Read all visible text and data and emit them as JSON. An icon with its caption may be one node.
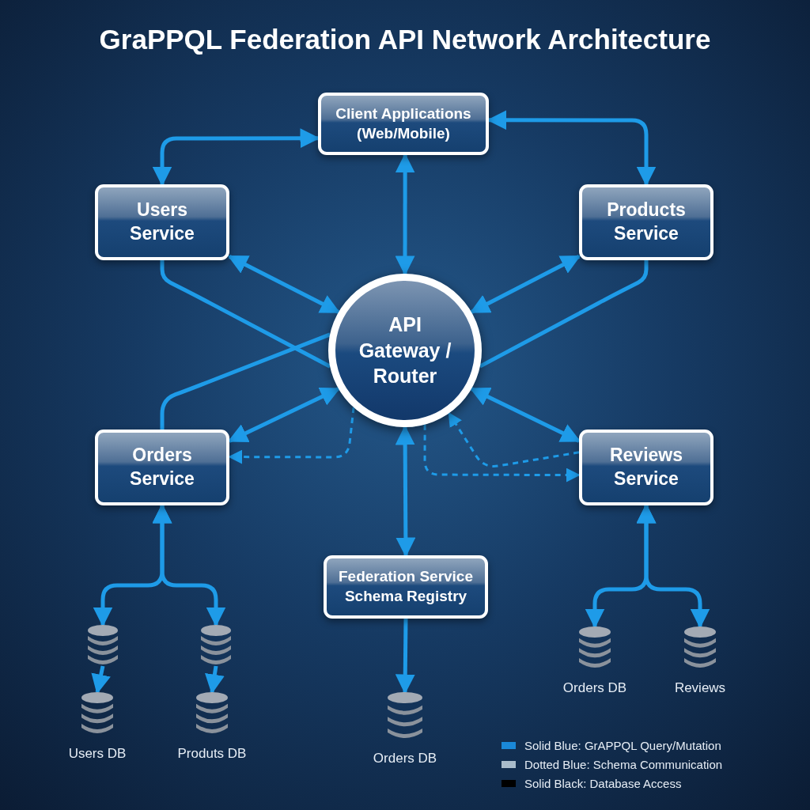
{
  "diagram": {
    "title": "GraPPQL Federation API Network Architecture",
    "nodes": [
      {
        "text": [
          "Client Applications (Web/Mobile)"
        ]
      },
      {
        "text": [
          "Users Service"
        ]
      },
      {
        "text": [
          "Products Service"
        ]
      },
      {
        "text": [
          "API Gateway / Router"
        ]
      },
      {
        "text": [
          "Orders Service"
        ]
      },
      {
        "text": [
          "Reviews Service"
        ]
      },
      {
        "text": [
          "Federation Service Schema Registry"
        ]
      },
      {
        "text": [],
        "shape": "cylinder"
      },
      {
        "text": [],
        "shape": "cylinder"
      },
      {
        "text": [
          "Users DB"
        ]
      },
      {
        "text": [
          "Produts DB"
        ]
      },
      {
        "text": [
          "Orders DB"
        ]
      },
      {
        "text": [
          "Orders DB"
        ]
      },
      {
        "text": [
          "Reviews"
        ]
      }
    ],
    "edges": [
      {
        "from": 1,
        "to": 0,
        "arrow": "both"
      },
      {
        "from": 0,
        "to": 2,
        "arrow": "both"
      },
      {
        "from": 0,
        "to": 3,
        "arrow": "both"
      },
      {
        "from": 1,
        "to": 3,
        "arrow": "both"
      },
      {
        "from": 1,
        "to": 3,
        "arrow": "none"
      },
      {
        "from": 2,
        "to": 3,
        "arrow": "both"
      },
      {
        "from": 2,
        "to": 3,
        "arrow": "none"
      },
      {
        "from": 4,
        "to": 3,
        "arrow": "none"
      },
      {
        "from": 4,
        "to": 3,
        "arrow": "both"
      },
      {
        "from": 3,
        "to": 4,
        "arrow": "to",
        "style": "dashed"
      },
      {
        "from": 3,
        "to": 5,
        "arrow": "both"
      },
      {
        "from": 3,
        "to": 5,
        "arrow": "to",
        "style": "dashed"
      },
      {
        "from": 5,
        "to": 3,
        "arrow": "to",
        "style": "dashed"
      },
      {
        "from": 3,
        "to": 6,
        "arrow": "both"
      },
      {
        "from": 6,
        "to": 11,
        "arrow": "to"
      },
      {
        "from": 4,
        "to": 7,
        "arrow": "both"
      },
      {
        "from": 4,
        "to": 8,
        "arrow": "both"
      },
      {
        "from": 7,
        "to": 9,
        "arrow": "to"
      },
      {
        "from": 8,
        "to": 10,
        "arrow": "to"
      },
      {
        "from": 5,
        "to": 12,
        "arrow": "both"
      },
      {
        "from": 5,
        "to": 13,
        "arrow": "both"
      }
    ],
    "legend": [
      {
        "text": "Solid Blue: GrAPPQL Query/Mutation",
        "color": "#1a88d8"
      },
      {
        "text": "Dotted Blue: Schema Communication",
        "color": "#a9bccb"
      },
      {
        "text": "Solid Black: Database Access",
        "color": "#000000"
      }
    ]
  }
}
